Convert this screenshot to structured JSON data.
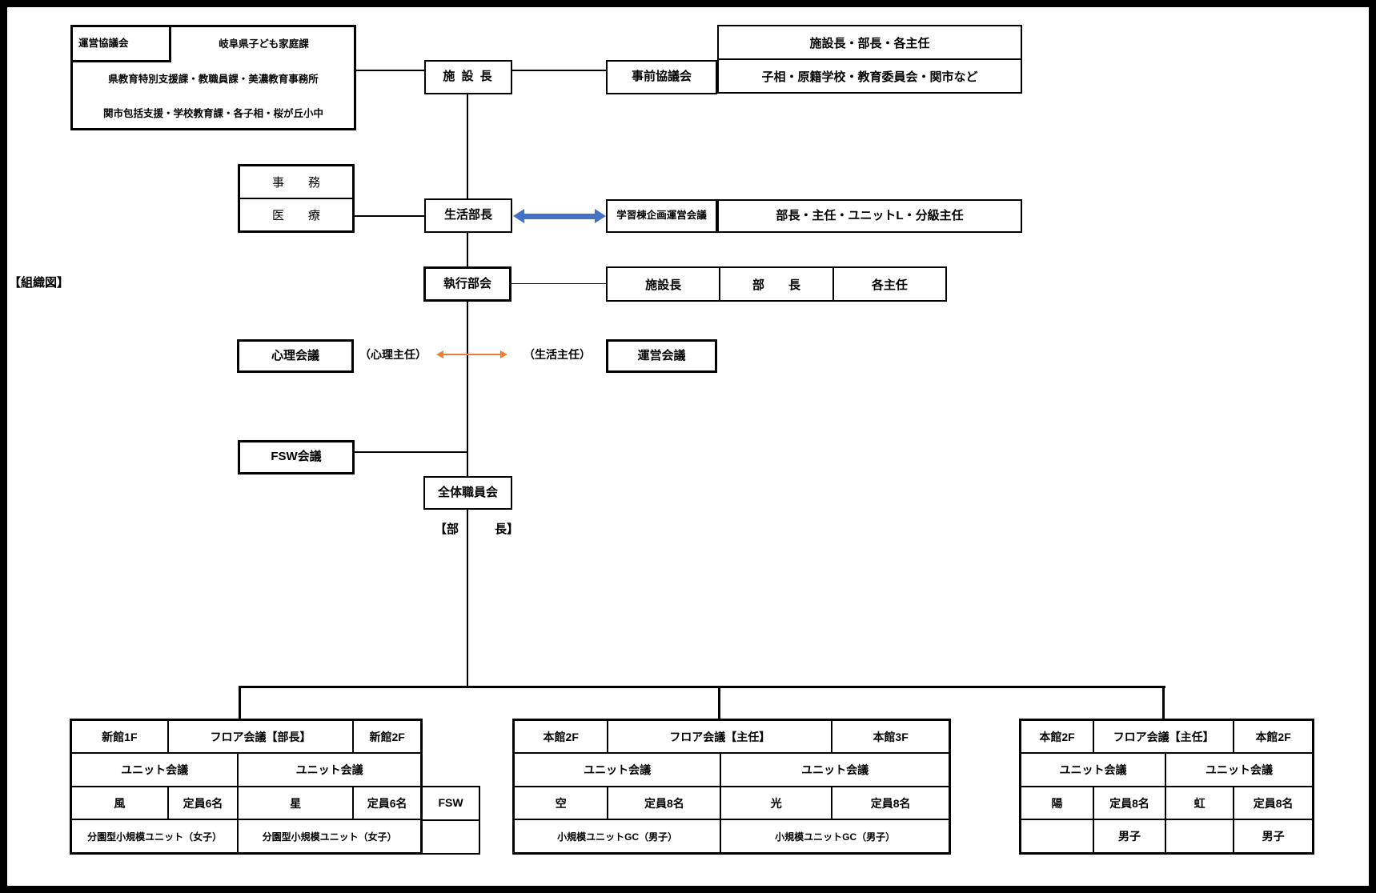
{
  "title": "【組織図】",
  "colors": {
    "line": "#000000",
    "arrow_blue": "#4472C4",
    "arrow_orange": "#ED7D31"
  },
  "top_left": {
    "corner": "運営協議会",
    "row1_right": "岐阜県子ども家庭課",
    "row2": "県教育特別支援課・教職員課・美濃教育事務所",
    "row3": "関市包括支援・学校教育課・各子相・桜が丘小中"
  },
  "top_right": {
    "row1": "施設長・部長・各主任",
    "row2": "子相・原籍学校・教育委員会・関市など"
  },
  "boxes": {
    "facility_director": "施 設 長",
    "prior_council": "事前協議会",
    "admin": "事　　務",
    "medical": "医　　療",
    "life_director": "生活部長",
    "learning_wing_meeting": "学習棟企画運営会議",
    "learning_wing_members": "部長・主任・ユニットL・分級主任",
    "executive_meeting": "執行部会",
    "executive_members": [
      "施設長",
      "部　　長",
      "各主任"
    ],
    "psychology_meeting": "心理会議",
    "psychology_chief": "（心理主任）",
    "life_chief": "（生活主任）",
    "management_meeting": "運営会議",
    "fsw_meeting": "FSW会議",
    "all_staff_meeting": "全体職員会",
    "director_caption": "【部　　　長】"
  },
  "tables": {
    "left": {
      "r1": [
        "新館1F",
        "フロア会議【部長】",
        "新館2F"
      ],
      "r2": [
        "ユニット会議",
        "ユニット会議"
      ],
      "r3": [
        "風",
        "定員6名",
        "星",
        "定員6名"
      ],
      "r4": [
        "分園型小規模ユニット（女子）",
        "分園型小規模ユニット（女子）"
      ]
    },
    "fsw_cell": "FSW",
    "middle": {
      "r1": [
        "本館2F",
        "フロア会議【主任】",
        "本館3F"
      ],
      "r2": [
        "ユニット会議",
        "ユニット会議"
      ],
      "r3": [
        "空",
        "定員8名",
        "光",
        "定員8名"
      ],
      "r4": [
        "小規模ユニットGC（男子）",
        "小規模ユニットGC（男子）"
      ]
    },
    "right": {
      "r1": [
        "本館2F",
        "フロア会議【主任】",
        "本館2F"
      ],
      "r2": [
        "ユニット会議",
        "ユニット会議"
      ],
      "r3": [
        "陽",
        "定員8名",
        "虹",
        "定員8名"
      ],
      "r4": [
        "",
        "男子",
        "",
        "男子"
      ]
    }
  }
}
